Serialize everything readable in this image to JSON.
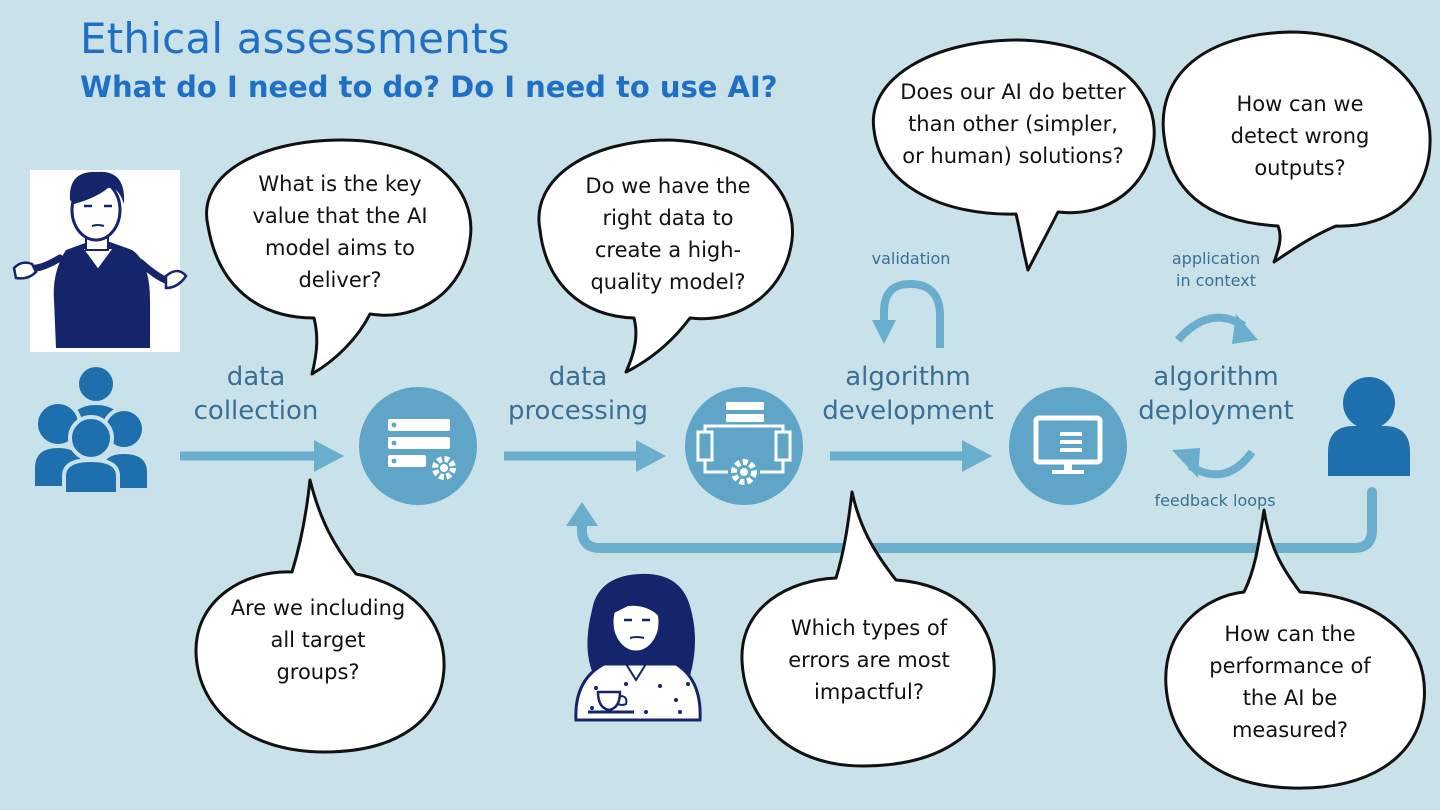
{
  "header": {
    "title": "Ethical assessments",
    "subtitle": "What do I need to do? Do I need to use AI?"
  },
  "stages": [
    {
      "label_line1": "data",
      "label_line2": "collection",
      "icon": "server-gear-icon"
    },
    {
      "label_line1": "data",
      "label_line2": "processing",
      "icon": "network-gear-icon"
    },
    {
      "label_line1": "algorithm",
      "label_line2": "development",
      "icon": "monitor-icon"
    },
    {
      "label_line1": "algorithm",
      "label_line2": "deployment",
      "icon": "user-icon"
    }
  ],
  "loops": {
    "validation": "validation",
    "application_line1": "application",
    "application_line2": "in context",
    "feedback": "feedback loops"
  },
  "bubbles": {
    "key_value": [
      "What is the key",
      "value that the AI",
      "model aims to",
      "deliver?"
    ],
    "right_data": [
      "Do we have the",
      "right data to",
      "create a high-",
      "quality model?"
    ],
    "better": [
      "Does our AI do better",
      "than other (simpler,",
      "or human) solutions?"
    ],
    "detect": [
      "How can we",
      "detect wrong",
      "outputs?"
    ],
    "target_groups": [
      "Are we including",
      "all target",
      "groups?"
    ],
    "errors": [
      "Which types of",
      "errors are most",
      "impactful?"
    ],
    "performance": [
      "How can the",
      "performance of",
      "the AI be",
      "measured?"
    ]
  },
  "colors": {
    "background": "#c9e2ea",
    "title": "#1f6fc4",
    "stage_circle": "#5fa5c8",
    "arrow": "#6aaecd",
    "people": "#1e6fae",
    "label": "#3a6f94",
    "bubble_fill": "#ffffff",
    "bubble_stroke": "#111111",
    "person_navy": "#15256b"
  }
}
